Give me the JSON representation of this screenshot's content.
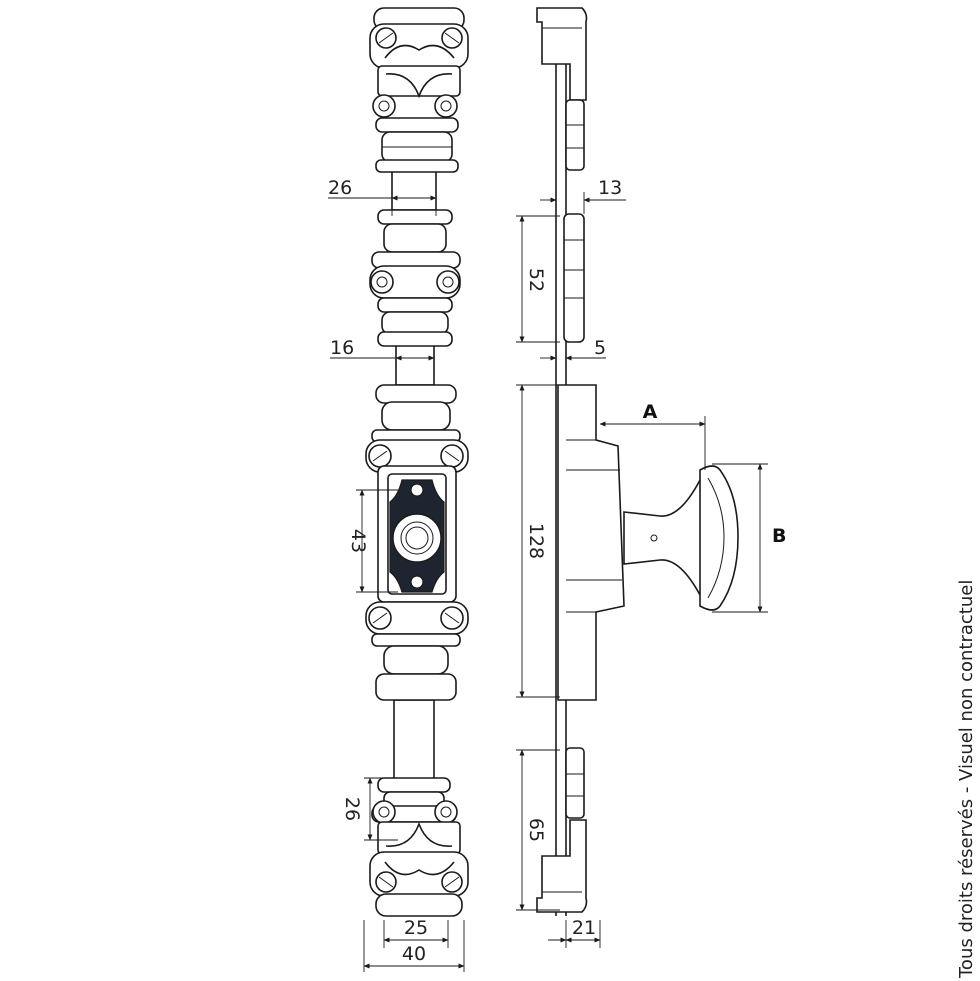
{
  "dimensions": {
    "d26_top": "26",
    "d13": "13",
    "d52": "52",
    "d16": "16",
    "d5": "5",
    "dA": "A",
    "dB": "B",
    "d43": "43",
    "d128": "128",
    "d26_bottom": "26",
    "d65": "65",
    "d25": "25",
    "d21": "21",
    "d40": "40"
  },
  "side_note": "Tous droits réservés - Visuel non contractuel",
  "colors": {
    "line": "#1a1a1a",
    "plate": "#1e2430",
    "background": "#ffffff"
  }
}
